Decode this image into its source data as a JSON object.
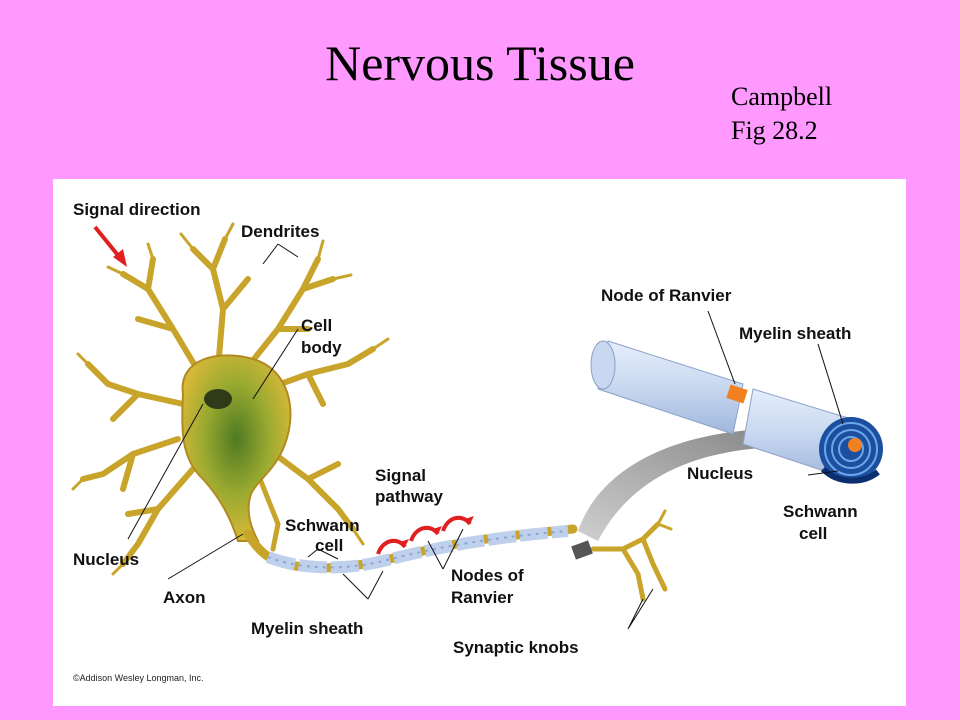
{
  "slide": {
    "title": "Nervous Tissue",
    "citation_line1": "Campbell",
    "citation_line2": "Fig 28.2"
  },
  "figure": {
    "labels": {
      "signal_direction": "Signal direction",
      "dendrites": "Dendrites",
      "cell_body_line1": "Cell",
      "cell_body_line2": "body",
      "signal_pathway_line1": "Signal",
      "signal_pathway_line2": "pathway",
      "schwann_cell_line1": "Schwann",
      "schwann_cell_line2": "cell",
      "nucleus_left": "Nucleus",
      "axon": "Axon",
      "myelin_sheath_left": "Myelin sheath",
      "nodes_of_ranvier_line1": "Nodes of",
      "nodes_of_ranvier_line2": "Ranvier",
      "synaptic_knobs": "Synaptic knobs",
      "node_of_ranvier": "Node of Ranvier",
      "myelin_sheath_right": "Myelin sheath",
      "nucleus_right": "Nucleus",
      "schwann_cell_right_line1": "Schwann",
      "schwann_cell_right_line2": "cell"
    },
    "copyright": "©Addison Wesley Longman, Inc."
  },
  "colors": {
    "background": "#FF99FF",
    "neuron": "#C8A42A",
    "nucleus_green": "#5E8A2A",
    "signal_arrow": "#E02020",
    "myelin": "#C8D8F0",
    "node": "#F08020"
  }
}
